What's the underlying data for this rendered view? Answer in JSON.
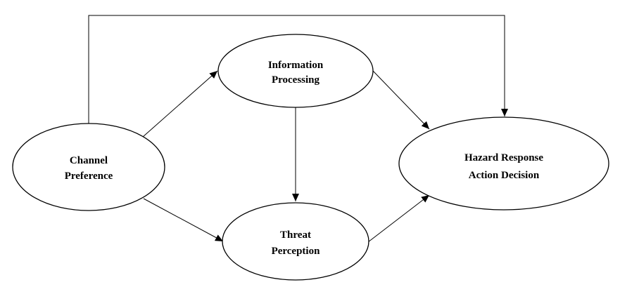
{
  "nodes": {
    "channel_preference": {
      "line1": "Channel",
      "line2": "Preference"
    },
    "information_processing": {
      "line1": "Information",
      "line2": "Processing"
    },
    "threat_perception": {
      "line1": "Threat",
      "line2": "Perception"
    },
    "hazard_response": {
      "line1": "Hazard Response",
      "line2": "Action Decision"
    }
  },
  "edges": [
    {
      "from": "Channel Preference",
      "to": "Information Processing"
    },
    {
      "from": "Channel Preference",
      "to": "Threat Perception"
    },
    {
      "from": "Channel Preference",
      "to": "Hazard Response Action Decision"
    },
    {
      "from": "Information Processing",
      "to": "Threat Perception"
    },
    {
      "from": "Information Processing",
      "to": "Hazard Response Action Decision"
    },
    {
      "from": "Threat Perception",
      "to": "Hazard Response Action Decision"
    }
  ],
  "style": {
    "stroke_color": "#000000",
    "fill_color": "#ffffff"
  }
}
